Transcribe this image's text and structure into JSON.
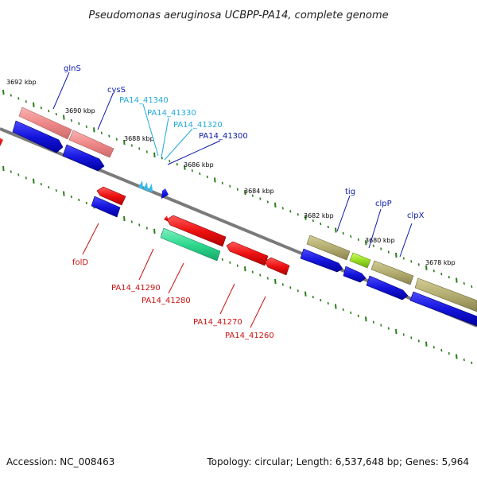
{
  "title": "Pseudomonas aeruginosa UCBPP-PA14, complete genome",
  "footer": {
    "accession": "Accession: NC_008463",
    "topology": "Topology: circular; Length: 6,537,648 bp; Genes: 5,964"
  },
  "colors": {
    "backbone": "#7a7a7a",
    "tick": "#2a7d1a",
    "red_cds": "#ee1111",
    "blue_cds": "#1515dd",
    "pink_rna": "#f08a8a",
    "khaki_cds": "#b4ad70",
    "green_cds": "#2fd98f",
    "lime_cds": "#99dd22",
    "cyan_trna": "#33bbee",
    "label_blue": "#0a1aaa",
    "label_cyan": "#22aadd",
    "label_red": "#cc1111"
  },
  "kbp_labels": [
    "3692 kbp",
    "3690 kbp",
    "3688 kbp",
    "3686 kbp",
    "3684 kbp",
    "3682 kbp",
    "3680 kbp",
    "3678 kbp"
  ],
  "gene_labels": [
    {
      "text": "glnS",
      "color": "label_blue"
    },
    {
      "text": "cysS",
      "color": "label_blue"
    },
    {
      "text": "PA14_41340",
      "color": "label_cyan"
    },
    {
      "text": "PA14_41330",
      "color": "label_cyan"
    },
    {
      "text": "PA14_41320",
      "color": "label_cyan"
    },
    {
      "text": "PA14_41300",
      "color": "label_blue"
    },
    {
      "text": "tig",
      "color": "label_blue"
    },
    {
      "text": "clpP",
      "color": "label_blue"
    },
    {
      "text": "clpX",
      "color": "label_blue"
    },
    {
      "text": "folD",
      "color": "label_red"
    },
    {
      "text": "PA14_41290",
      "color": "label_red"
    },
    {
      "text": "PA14_41280",
      "color": "label_red"
    },
    {
      "text": "PA14_41270",
      "color": "label_red"
    },
    {
      "text": "PA14_41260",
      "color": "label_red"
    }
  ]
}
